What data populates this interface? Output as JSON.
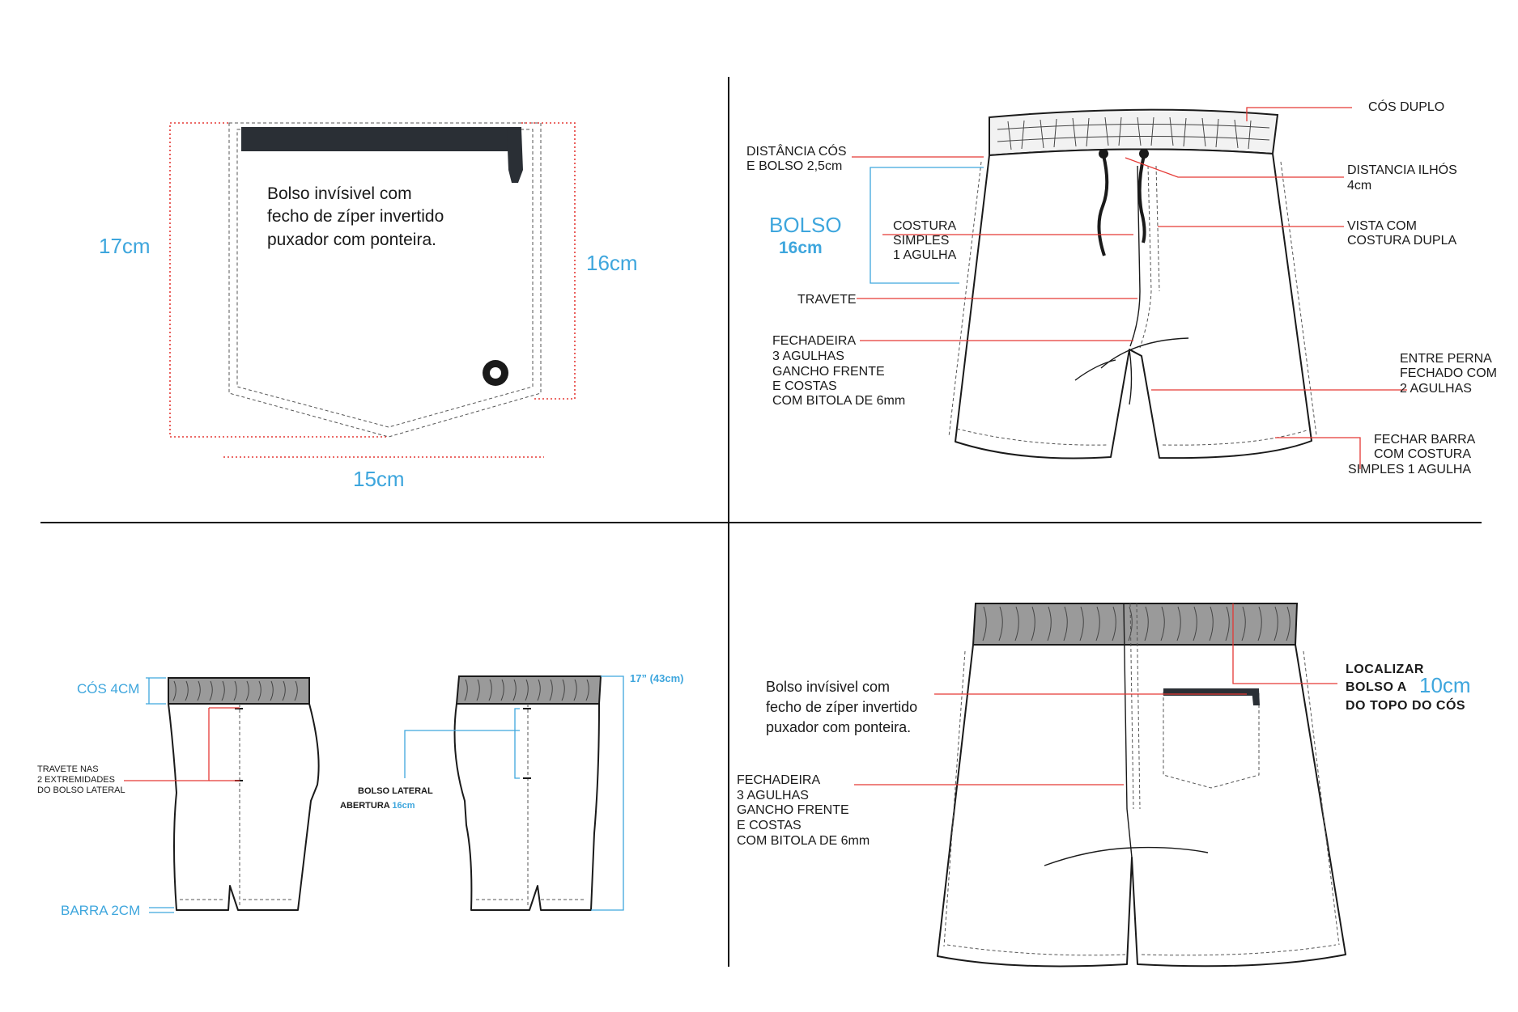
{
  "pocket_detail": {
    "note_lines": [
      "Bolso invísivel com",
      "fecho de zíper invertido",
      "puxador com ponteira."
    ],
    "height_outer": "17cm",
    "height_inner": "16cm",
    "width": "15cm"
  },
  "front_view": {
    "cos_duplo": "CÓS DUPLO",
    "distancia_cos_bolso": [
      "DISTÂNCIA CÓS",
      "E BOLSO 2,5cm"
    ],
    "distancia_ilhos": [
      "DISTANCIA ILHÓS",
      "4cm"
    ],
    "bolso_title": "BOLSO",
    "bolso_size": "16cm",
    "costura_simples": [
      "COSTURA",
      "SIMPLES",
      "1 AGULHA"
    ],
    "vista": [
      "VISTA COM",
      "COSTURA DUPLA"
    ],
    "travete": "TRAVETE",
    "fechadeira": [
      "FECHADEIRA",
      "3 AGULHAS",
      "GANCHO FRENTE",
      "E COSTAS",
      "COM BITOLA DE 6mm"
    ],
    "entre_perna": [
      "ENTRE PERNA",
      "FECHADO COM",
      "2 AGULHAS"
    ],
    "fechar_barra": [
      "FECHAR BARRA",
      "COM COSTURA",
      "SIMPLES 1 AGULHA"
    ]
  },
  "side_views": {
    "cos": "CÓS 4CM",
    "travete_lines": [
      "TRAVETE  NAS",
      "2 EXTREMIDADES",
      "DO  BOLSO LATERAL"
    ],
    "barra": "BARRA 2CM",
    "bolso_lateral": "BOLSO  LATERAL",
    "abertura_label": "ABERTURA",
    "abertura_size": "16cm",
    "length": "17”  (43cm)"
  },
  "back_view": {
    "pocket_note": [
      "Bolso invísivel com",
      "fecho de zíper invertido",
      "puxador com ponteira."
    ],
    "fechadeira": [
      "FECHADEIRA",
      "3 AGULHAS",
      "GANCHO FRENTE",
      "E COSTAS",
      "COM BITOLA DE 6mm"
    ],
    "localizar_line1": "LOCALIZAR",
    "localizar_line2": "BOLSO A",
    "localizar_size": "10cm",
    "localizar_line3": "DO TOPO DO CÓS"
  },
  "colors": {
    "annotation_blue": "#3ea6dd",
    "leader_red": "#e53935",
    "band_gray": "#9a9a9a",
    "zipper_dark": "#2a2f35"
  }
}
